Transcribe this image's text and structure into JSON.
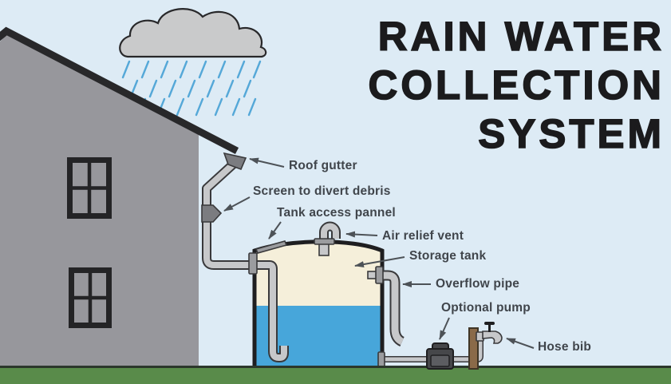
{
  "title": {
    "lines": [
      "RAIN WATER",
      "COLLECTION",
      "SYSTEM"
    ]
  },
  "labels": {
    "roof_gutter": "Roof gutter",
    "screen_debris": "Screen to divert debris",
    "tank_access": "Tank access pannel",
    "air_relief": "Air relief vent",
    "storage_tank": "Storage tank",
    "overflow_pipe": "Overflow pipe",
    "optional_pump": "Optional pump",
    "hose_bib": "Hose bib"
  },
  "colors": {
    "background": "#ddebf5",
    "title_text": "#1b1b1d",
    "label_text": "#40454b",
    "arrow": "#4d5257",
    "cloud": "#c9cacb",
    "rain": "#55a8d8",
    "house_wall": "#97979c",
    "roof_outline": "#28282a",
    "window_frame": "#242426",
    "gutter_gray": "#7b7c80",
    "pipe_light": "#c7c8ca",
    "pipe_outline": "#39393b",
    "fitting_gray": "#9b9c9f",
    "tank_body": "#f5efda",
    "tank_outline": "#1e1e20",
    "water": "#47a6da",
    "grass": "#598b4a",
    "ground_line": "#2b372b",
    "pump_dark": "#46474a",
    "post_brown": "#8a6a49"
  }
}
